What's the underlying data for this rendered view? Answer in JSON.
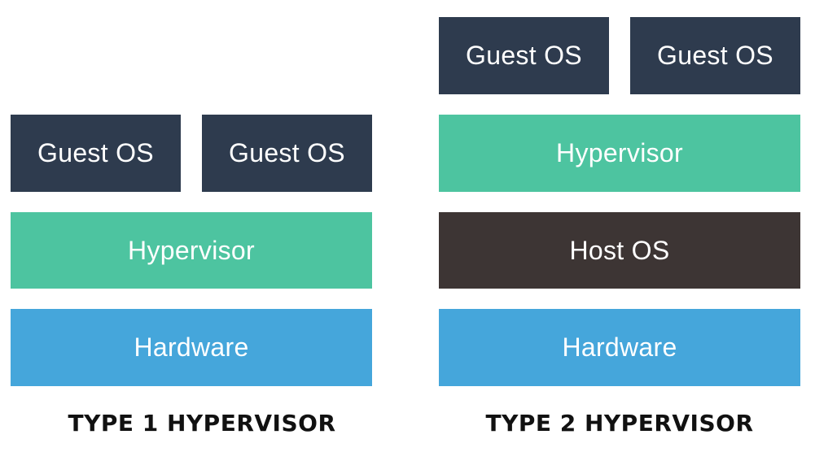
{
  "colors": {
    "guest_os": "#2e3b4e",
    "hypervisor": "#4dc4a0",
    "host_os": "#3d3534",
    "hardware": "#45a6db",
    "text_on_block": "#ffffff",
    "caption_text": "#111111"
  },
  "type1": {
    "guest_os_left": "Guest OS",
    "guest_os_right": "Guest OS",
    "hypervisor": "Hypervisor",
    "hardware": "Hardware",
    "caption": "TYPE 1 HYPERVISOR"
  },
  "type2": {
    "guest_os_left": "Guest OS",
    "guest_os_right": "Guest OS",
    "hypervisor": "Hypervisor",
    "host_os": "Host OS",
    "hardware": "Hardware",
    "caption": "TYPE 2 HYPERVISOR"
  }
}
